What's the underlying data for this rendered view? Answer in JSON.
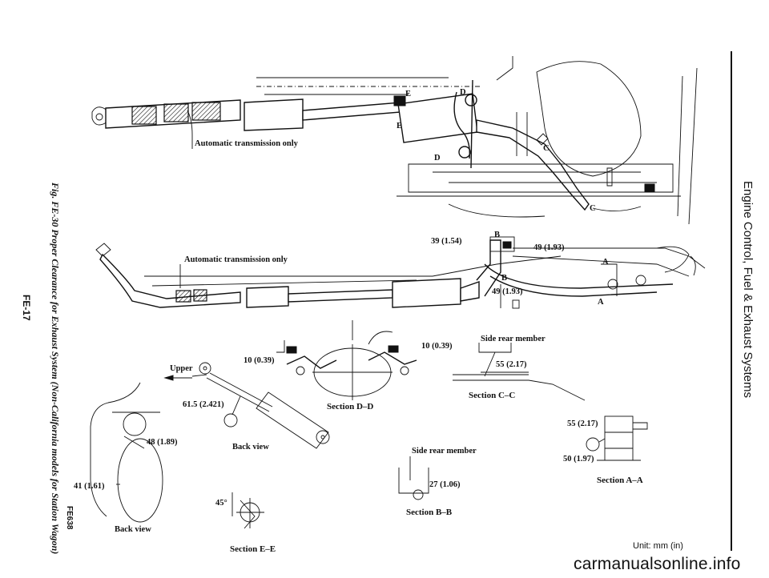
{
  "side_title": "Engine Control, Fuel & Exhaust Systems",
  "caption": "Fig. FE-30 Proper Clearance for Exhaust System (Non-California models for Station Wagon)",
  "figure_code": "FE638",
  "page_number": "FE-17",
  "unit_note": "Unit:  mm (in)",
  "watermark": "carmanualsonline.info",
  "callouts": {
    "automatic_top": "Automatic transmission only",
    "automatic_mid": "Automatic transmission only",
    "upper": "Upper",
    "back_view_1": "Back view",
    "back_view_2": "Back view",
    "side_rear_member_1": "Side rear member",
    "side_rear_member_2": "Side rear member",
    "letter_A1": "A",
    "letter_A2": "A",
    "letter_B1": "B",
    "letter_B2": "B",
    "letter_C1": "C",
    "letter_C2": "C",
    "letter_D1": "D",
    "letter_D2": "D",
    "letter_E1": "E",
    "letter_E2": "E"
  },
  "dimensions": {
    "d39": "39 (1.54)",
    "d49a": "49 (1.93)",
    "d49b": "49 (1.93)",
    "d10a": "10 (0.39)",
    "d10b": "10 (0.39)",
    "d55a": "55 (2.17)",
    "d55b": "55 (2.17)",
    "d50": "50 (1.97)",
    "d61": "61.5 (2.421)",
    "d48": "48 (1.89)",
    "d41": "41 (1.61)",
    "d27": "27 (1.06)",
    "d45": "45°"
  },
  "sections": {
    "dd": "Section D–D",
    "cc": "Section C–C",
    "aa": "Section A–A",
    "bb": "Section B–B",
    "ee": "Section E–E"
  }
}
